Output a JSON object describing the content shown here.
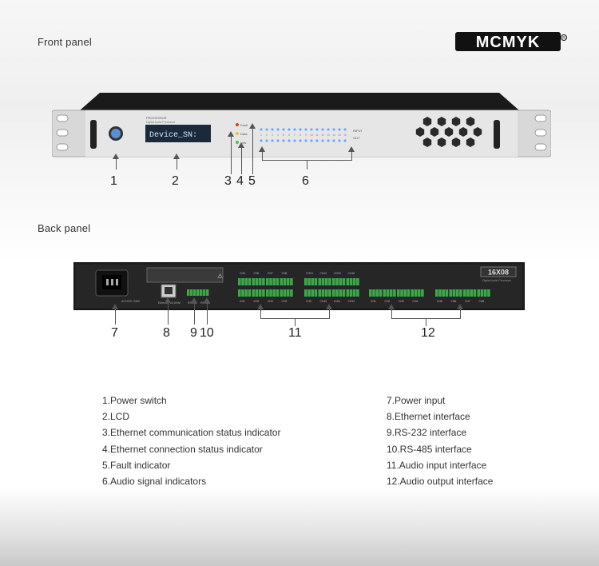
{
  "brand": "MCMYK",
  "front_panel": {
    "title": "Front panel",
    "lcd_text": "Device_SN:",
    "model_label": "PROCESSOR",
    "sub_label": "Digital Audio Processor",
    "indicator_labels": [
      "Fault",
      "Data",
      "Link"
    ],
    "row_labels": [
      "INPUT",
      "OUT"
    ],
    "channel_numbers": [
      "1",
      "2",
      "3",
      "4",
      "5",
      "6",
      "7",
      "8",
      "9",
      "10",
      "11",
      "12",
      "13",
      "14",
      "15",
      "16"
    ],
    "callouts": [
      "1",
      "2",
      "3",
      "4",
      "5",
      "6"
    ]
  },
  "back_panel": {
    "title": "Back panel",
    "model_badge": "16X08",
    "sub_label": "Digital Audio Processor",
    "power_label": "AC100V~240V",
    "ethernet_label": "Ethernet 10/100M",
    "rs232_label": "RS-232",
    "rs485_label": "RS-485",
    "input_channels": [
      "CH1",
      "CH2",
      "CH3",
      "CH4",
      "CH5",
      "CH6",
      "CH7",
      "CH8",
      "CH9",
      "CH10",
      "CH11",
      "CH12",
      "CH13",
      "CH14",
      "CH15",
      "CH16"
    ],
    "output_channels": [
      "CH1",
      "CH2",
      "CH3",
      "CH4",
      "CH5",
      "CH6",
      "CH7",
      "CH8"
    ],
    "callouts": [
      "7",
      "8",
      "9",
      "10",
      "11",
      "12"
    ]
  },
  "legend": {
    "left": [
      "1.Power switch",
      "2.LCD",
      "3.Ethernet communication status indicator",
      "4.Ethernet connection status indicator",
      "5.Fault indicator",
      "6.Audio signal indicators"
    ],
    "right": [
      "7.Power input",
      "8.Ethernet interface",
      "9.RS-232 interface",
      "10.RS-485 interface",
      "11.Audio input interface",
      "12.Audio output interface"
    ]
  },
  "colors": {
    "lcd_bg": "#1b2a3a",
    "lcd_text": "#cfe3ff",
    "led_blue": "#6fa8ff",
    "led_red": "#e03a2a",
    "led_yellow": "#e8c23a",
    "led_green": "#4cc24c",
    "terminal_green": "#3aa84a"
  }
}
